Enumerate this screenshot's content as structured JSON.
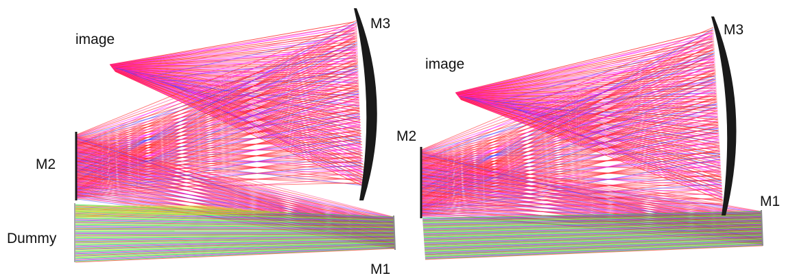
{
  "labels": {
    "left": {
      "image": "image",
      "m3": "M3",
      "m2": "M2",
      "dummy": "Dummy",
      "m1": "M1"
    },
    "right": {
      "image": "image",
      "m3": "M3",
      "m2": "M2",
      "m1": "M1"
    }
  },
  "colors": {
    "mirror": "#1a1a1a",
    "ray_red": "#ff1f1f",
    "ray_pink": "#ff3c8c",
    "ray_magenta": "#ff1aff",
    "ray_blue": "#4a3cff",
    "ray_green": "#22ee22",
    "ray_yellow": "#d8d81a",
    "ray_teal": "#2a9a9a"
  },
  "icons": [
    "mirror-m1",
    "mirror-m2",
    "mirror-m3",
    "dummy-surface"
  ]
}
